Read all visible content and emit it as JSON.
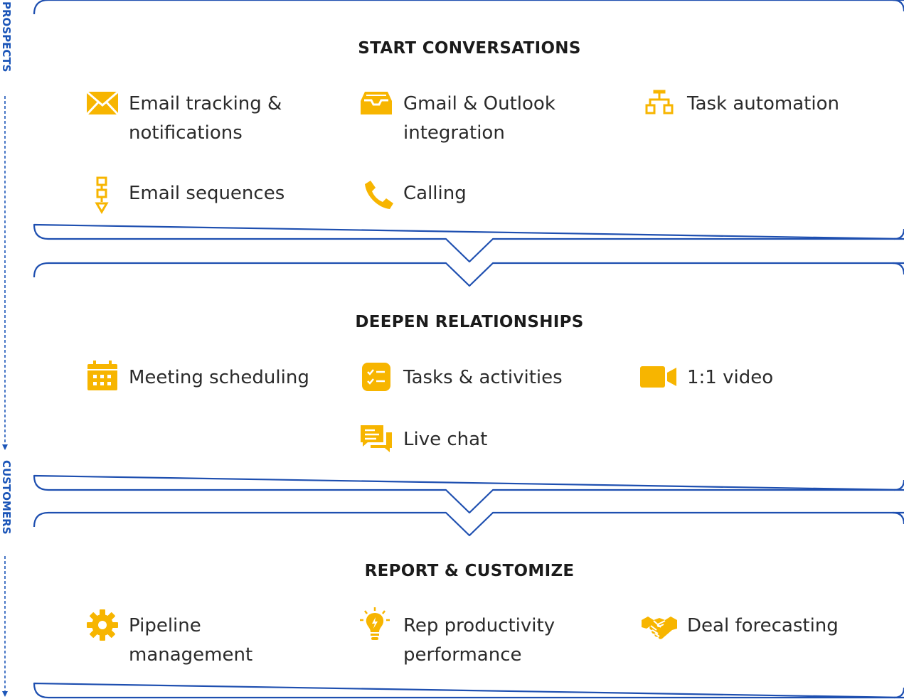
{
  "side_axis": {
    "start_label": "PROSPECTS",
    "end_label": "CUSTOMERS"
  },
  "colors": {
    "border": "#1e4fb0",
    "icon": "#f7b500",
    "title": "#1b1b1b",
    "text": "#2b2b2b",
    "axis": "#1b55b8"
  },
  "sections": [
    {
      "title": "START CONVERSATIONS",
      "items": [
        {
          "label": "Email tracking &\nnotifications",
          "icon": "envelope-icon"
        },
        {
          "label": "Gmail & Outlook\nintegration",
          "icon": "inbox-tray-icon"
        },
        {
          "label": "Task automation",
          "icon": "hierarchy-icon"
        },
        {
          "label": "Email sequences",
          "icon": "sequence-icon"
        },
        {
          "label": "Calling",
          "icon": "phone-icon"
        }
      ]
    },
    {
      "title": "DEEPEN RELATIONSHIPS",
      "items": [
        {
          "label": "Meeting scheduling",
          "icon": "calendar-icon"
        },
        {
          "label": "Tasks & activities",
          "icon": "checklist-icon"
        },
        {
          "label": "1:1 video",
          "icon": "video-camera-icon"
        },
        {
          "label": "Live chat",
          "icon": "chat-bubbles-icon"
        }
      ]
    },
    {
      "title": "REPORT & CUSTOMIZE",
      "items": [
        {
          "label": "Pipeline\nmanagement",
          "icon": "gear-icon"
        },
        {
          "label": "Rep productivity\nperformance",
          "icon": "lightbulb-icon"
        },
        {
          "label": "Deal forecasting",
          "icon": "handshake-icon"
        }
      ]
    }
  ]
}
